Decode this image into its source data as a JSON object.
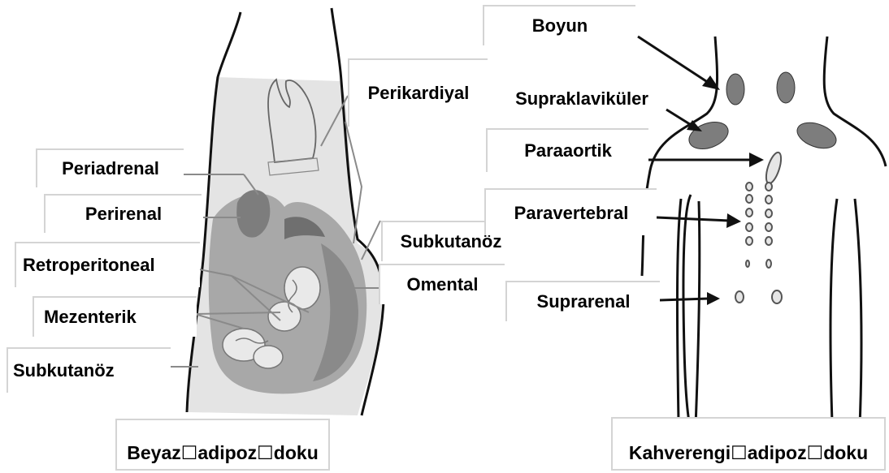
{
  "white_adipose": {
    "caption": "Beyaz☐adipoz☐doku",
    "labels": {
      "perikardiyal": "Perikardiyal",
      "periadrenal": "Periadrenal",
      "perirenal": "Perirenal",
      "retroperitoneal": "Retroperitoneal",
      "mezenterik": "Mezenterik",
      "subkutanoz_left": "Subkutanöz",
      "subkutanoz_right": "Subkutanöz",
      "omental": "Omental"
    }
  },
  "brown_adipose": {
    "caption": "Kahverengi☐adipoz☐doku",
    "labels": {
      "boyun": "Boyun",
      "supraklavikuler": "Supraklaviküler",
      "paraaortik": "Paraaortik",
      "paravertebral": "Paravertebral",
      "suprarenal": "Suprarenal"
    }
  },
  "colors": {
    "outline": "#111111",
    "tissue_dark": "#7d7d7d",
    "tissue_mid": "#a9a9a9",
    "tissue_light": "#c6c6c6",
    "label_border": "#d4d4d4"
  }
}
